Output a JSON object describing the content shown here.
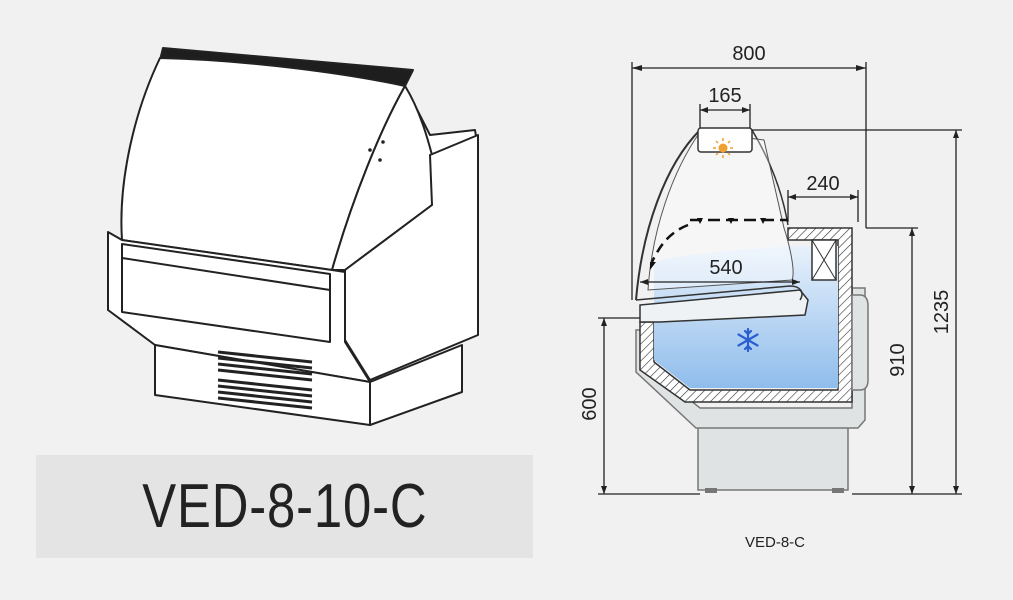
{
  "model_title": "VED-8-10-C",
  "section_caption": "VED-8-C",
  "dimensions": {
    "width": "800",
    "light_width": "165",
    "top_shelf_depth": "240",
    "display_depth": "540",
    "total_height": "1235",
    "counter_height": "910",
    "base_height": "600"
  },
  "icons": {
    "light": "sun-icon",
    "cold": "snowflake-icon"
  },
  "colors": {
    "background": "#f1f1f1",
    "banner": "#e4e4e4",
    "cold_zone": "#9cc6ef",
    "light_icon": "#f0a030",
    "snowflake": "#2a5fd0"
  }
}
